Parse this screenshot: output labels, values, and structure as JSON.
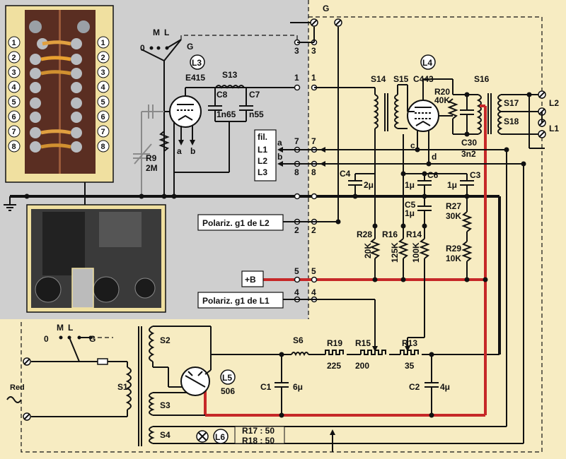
{
  "switch_labels": {
    "m": "M",
    "l": "L",
    "o": "0",
    "g": "G"
  },
  "top_terminal_g": "G",
  "bottom_switch": {
    "m": "M",
    "l": "L",
    "o": "0",
    "g": "G"
  },
  "pin_numbers": [
    "1",
    "2",
    "3",
    "4",
    "5",
    "6",
    "7",
    "8"
  ],
  "tube_labels": {
    "l3": "L3",
    "l4": "L4",
    "l5": "L5",
    "l6": "L6"
  },
  "tube_types": {
    "l3": "E415",
    "l4": "C443",
    "l5": "506"
  },
  "tube_pins": {
    "a": "a",
    "b": "b",
    "c": "c",
    "d": "d"
  },
  "components": {
    "s13": "S13",
    "c8": "C8",
    "c7": "C7",
    "c8_val": "1n65",
    "c7_val": "n55",
    "r9": "R9",
    "r9_val": "2M",
    "s14": "S14",
    "s15": "S15",
    "s16": "S16",
    "s17": "S17",
    "s18": "S18",
    "r20": "R20",
    "r20_val": "40K",
    "c30": "C30",
    "c30_val": "3n2",
    "c4": "C4",
    "c4_val": "2μ",
    "c6": "C6",
    "c6_val": "1μ",
    "c3": "C3",
    "c3_val": "1μ",
    "c5": "C5",
    "c5_val": "1μ",
    "r27": "R27",
    "r27_val": "30K",
    "r29": "R29",
    "r29_val": "10K",
    "r28": "R28",
    "r28_val": "20K",
    "r16": "R16",
    "r16_val": "125K",
    "r14": "R14",
    "r14_val": "100K",
    "s6": "S6",
    "r19": "R19",
    "r19_val": "225",
    "r15": "R15",
    "r15_val": "200",
    "r13": "R13",
    "r13_val": "35",
    "c1": "C1",
    "c1_val": "6μ",
    "c2": "C2",
    "c2_val": "4μ",
    "s1": "S1",
    "s2": "S2",
    "s3": "S3",
    "s4": "S4",
    "r17": "R17 : 50",
    "r18": "R18 : 50"
  },
  "output_labels": {
    "l2": "L2",
    "l1": "L1"
  },
  "fil_box": {
    "fil": "fil.",
    "l1": "L1",
    "l2": "L2",
    "l3": "L3"
  },
  "fil_taps": {
    "a": "a",
    "b": "b"
  },
  "fil_pins": {
    "seven_a": "7",
    "seven_b": "7",
    "eight_a": "8",
    "eight_b": "8"
  },
  "connector_pins": {
    "one_a": "1",
    "one_b": "1",
    "three_a": "3",
    "three_b": "3",
    "two_a": "2",
    "two_b": "2",
    "five_a": "5",
    "five_b": "5",
    "four_a": "4",
    "four_b": "4"
  },
  "labels": {
    "polariz_l2": "Polariz. g1 de L2",
    "polariz_l1": "Polariz. g1 de L1",
    "plus_b": "+B",
    "red": "Red"
  },
  "colors": {
    "accent_red": "#c62828",
    "panel_grey": "#cfcfcf",
    "background": "#f7ecc2"
  }
}
